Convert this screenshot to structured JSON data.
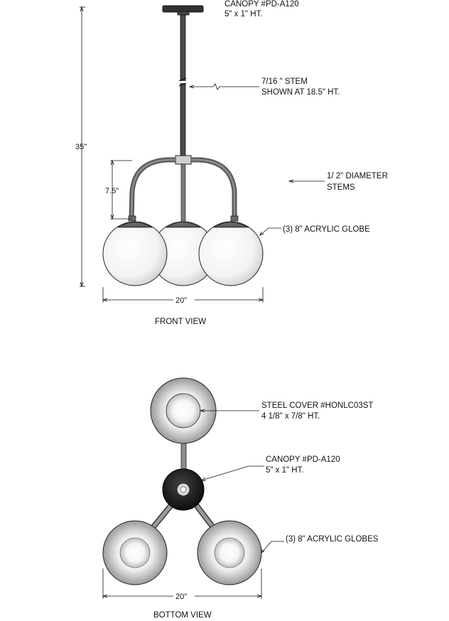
{
  "front_view": {
    "canopy_label": [
      "CANOPY #PD-A120",
      "5\" x 1\" HT."
    ],
    "stem_label": [
      "7/16 \" STEM",
      "SHOWN AT 18.5\" HT."
    ],
    "diameter_label": [
      "1/ 2\" DIAMETER",
      "STEMS"
    ],
    "globe_label": "(3) 8\" ACRYLIC GLOBE",
    "height_dim": "35\"",
    "arm_dim": "7.5\"",
    "width_dim": "20\"",
    "title": "FRONT VIEW"
  },
  "bottom_view": {
    "cover_label": [
      "STEEL COVER #HONLC03ST",
      "4 1/8\" x 7/8\" HT."
    ],
    "canopy_label": [
      "CANOPY #PD-A120",
      "5\" x 1\" HT."
    ],
    "globes_label": "(3) 8\" ACRYLIC  GLOBES",
    "width_dim": "20\"",
    "title": "BOTTOM VIEW"
  }
}
